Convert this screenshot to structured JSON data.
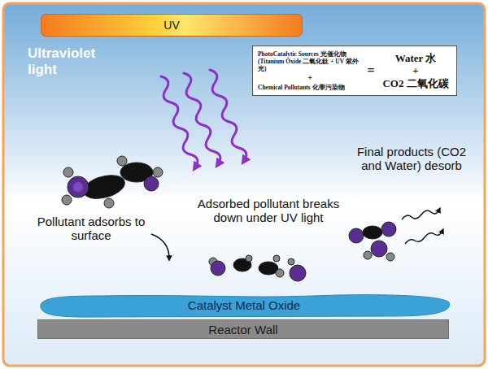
{
  "diagram": {
    "nodes": [
      {
        "text": [
          "UV"
        ]
      },
      {
        "text": [
          "PhotoCatalytic Sources 光催化物 (Titanium Oxide 二氧化鈦 + UV 紫外光)",
          "+",
          "Chemical Pollutants 化學污染物",
          "=",
          "Water 水",
          "+",
          "CO2 二氧化碳"
        ]
      },
      {
        "text": [
          "Catalyst Metal Oxide"
        ]
      },
      {
        "text": [
          "Reactor Wall"
        ]
      }
    ],
    "labels": [
      "Ultraviolet light",
      "Pollutant adsorbs to surface",
      "Adsorbed pollutant breaks down under UV light",
      "Final products (CO2 and Water) desorb"
    ]
  }
}
